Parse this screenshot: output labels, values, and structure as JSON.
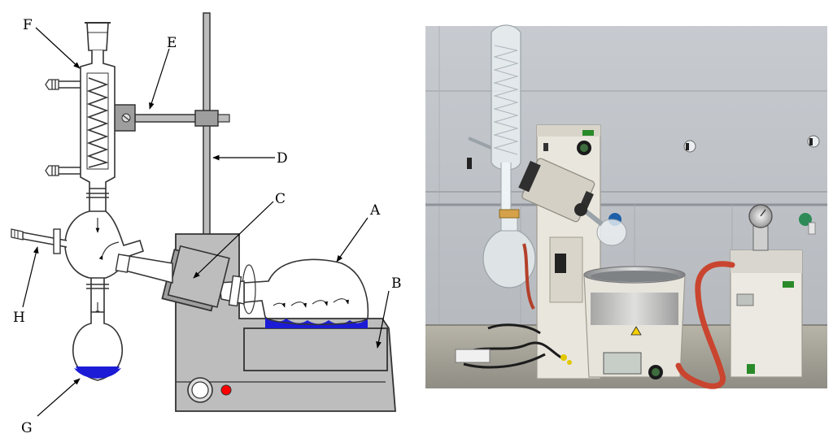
{
  "diagram": {
    "labels": {
      "A": "A",
      "B": "B",
      "C": "C",
      "D": "D",
      "E": "E",
      "F": "F",
      "G": "G",
      "H": "H"
    }
  },
  "photo": {
    "panel_color": "#c9ccd1"
  }
}
